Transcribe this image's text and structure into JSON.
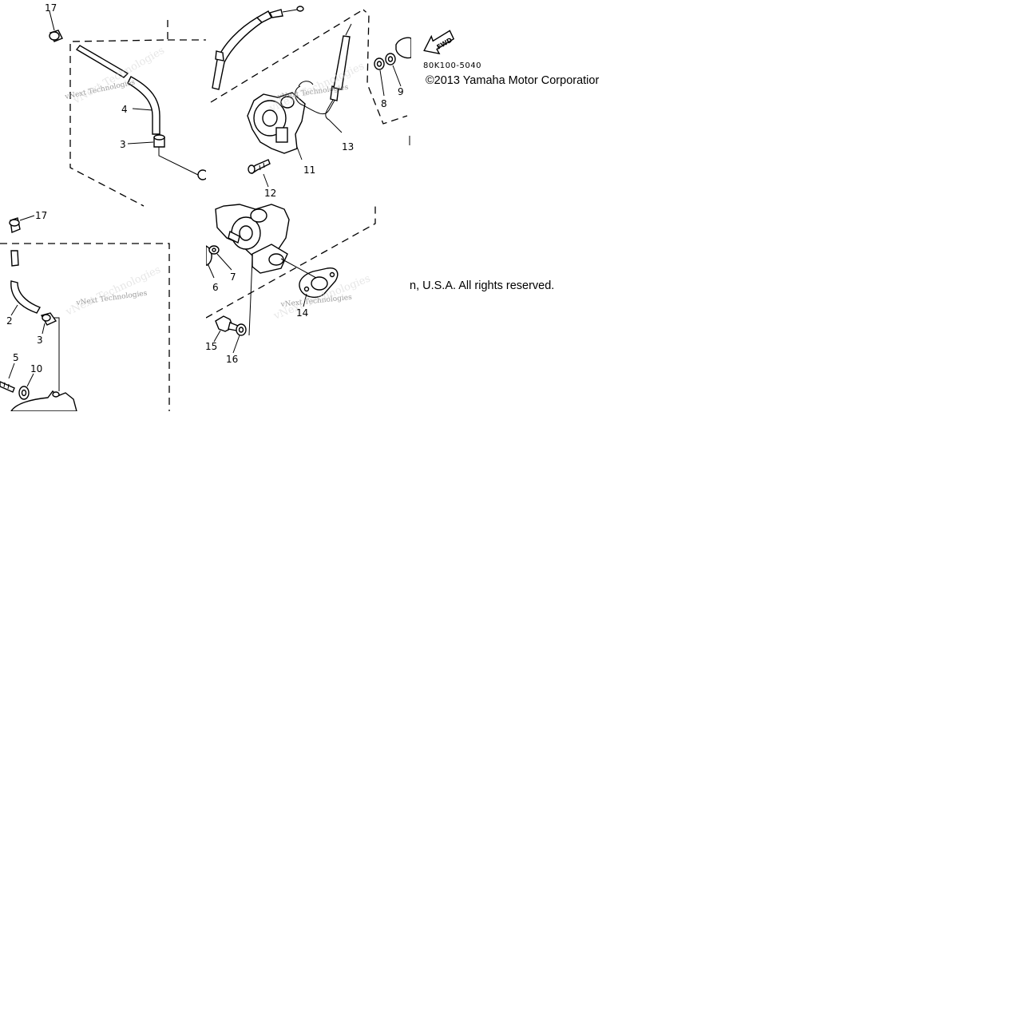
{
  "diagram": {
    "drawing_code": "80K100-5040",
    "copyright_part1": "©2013 Yamaha Motor Corporatior",
    "copyright_part2": "n, U.S.A. All rights reserved.",
    "fwd_label": "FWD",
    "watermark": "vNext Technologies",
    "callouts": [
      "17",
      "4",
      "3",
      "17",
      "2",
      "3",
      "5",
      "10",
      "12",
      "11",
      "13",
      "8",
      "9",
      "6",
      "7",
      "14",
      "15",
      "16"
    ]
  }
}
